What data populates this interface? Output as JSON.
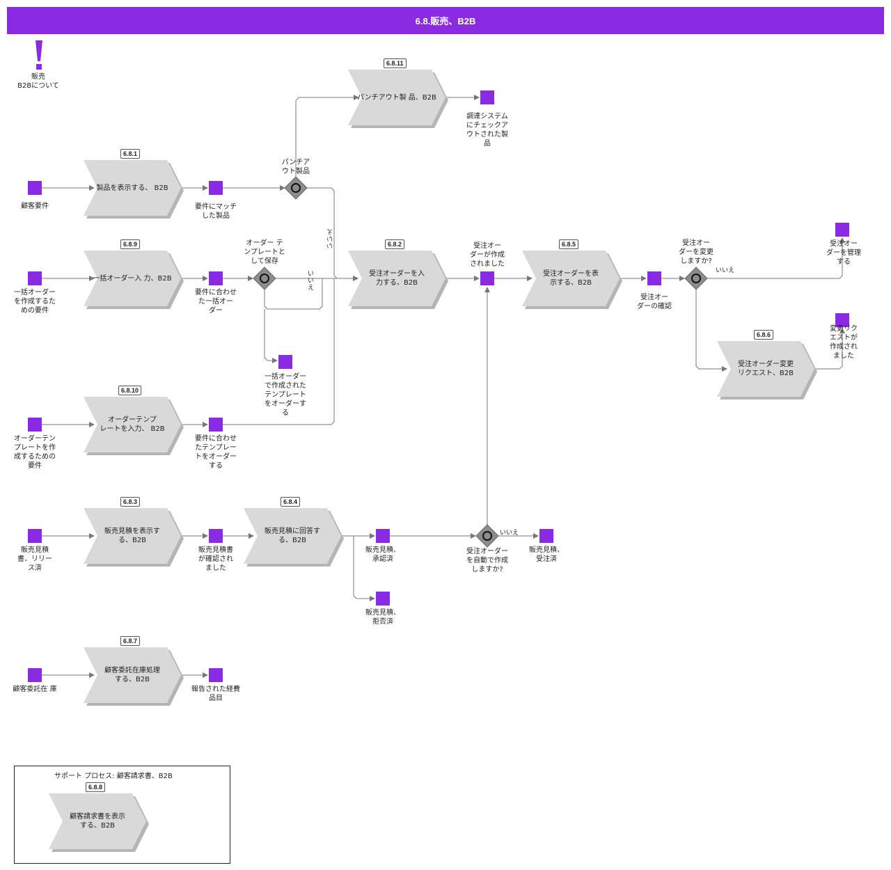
{
  "header": {
    "title": "6.8.販売、B2B"
  },
  "colors": {
    "accent": "#8a2be2",
    "process_fill": "#d9d9d9",
    "gateway": "#8c8c8c",
    "line": "#777777"
  },
  "info": {
    "icon": "exclamation-icon",
    "label": "販売\nB2Bについて"
  },
  "processes": [
    {
      "id": "6.8.11",
      "label": "パンチアウト製 品、B2B"
    },
    {
      "id": "6.8.1",
      "label": "製品を表示する、 B2B"
    },
    {
      "id": "6.8.9",
      "label": "一括オーダー入 力、B2B"
    },
    {
      "id": "6.8.2",
      "label": "受注オーダーを入\n力する、B2B"
    },
    {
      "id": "6.8.5",
      "label": "受注オーダーを表\n示する、B2B"
    },
    {
      "id": "6.8.6",
      "label": "受注オーダー変更\nリクエスト、B2B"
    },
    {
      "id": "6.8.10",
      "label": "オーダーテンプ\nレートを入力、 B2B"
    },
    {
      "id": "6.8.3",
      "label": "販売見積を表示す\nる、B2B"
    },
    {
      "id": "6.8.4",
      "label": "販売見積に回答す\nる、B2B"
    },
    {
      "id": "6.8.7",
      "label": "顧客委託在庫処理\nする、B2B"
    },
    {
      "id": "6.8.8",
      "label": "顧客請求書を表示\nする、B2B"
    }
  ],
  "events": [
    {
      "label": "顧客要件"
    },
    {
      "label": "要件にマッチ\nした製品"
    },
    {
      "label": "調達システム\nにチェックア\nウトされた製\n品"
    },
    {
      "label": "一括オーダー\nを作成するた\nめの要件"
    },
    {
      "label": "要件に合わせ\nた一括オー\nダー"
    },
    {
      "label": "一括オーダー\nで作成された\nテンプレート\nをオーダーす\nる"
    },
    {
      "label": "受注オー\nダーが作成\nされました"
    },
    {
      "label": "受注オー\nダーの確認"
    },
    {
      "label": "受注オー\nダーを管理\nする"
    },
    {
      "label": "変更リク\nエストが\n作成され\nました"
    },
    {
      "label": "オーダーテン\nプレートを作\n成するための\n要件"
    },
    {
      "label": "要件に合わせ\nたテンプレー\nトをオーダー\nする"
    },
    {
      "label": "販売見積\n書、リリー\nス済"
    },
    {
      "label": "販売見積書\nが確認され\nました"
    },
    {
      "label": "販売見積、\n承認済"
    },
    {
      "label": "販売見積、\n受注済"
    },
    {
      "label": "販売見積、\n拒否済"
    },
    {
      "label": "顧客委託在 庫"
    },
    {
      "label": "報告された経費\n品目"
    }
  ],
  "gateways": [
    {
      "label": "パンチア\nウト製品"
    },
    {
      "label": "オーダー テ\nンプレートと\nして保存"
    },
    {
      "label": "受注オー\nダーを変更\nしますか?"
    },
    {
      "label": "受注オーダー\nを自動で作成\nしますか?"
    }
  ],
  "notes": {
    "no": "いいえ",
    "no_vertical": "いいえ"
  },
  "support": {
    "title": "サポート プロセス: 顧客請求書、B2B"
  }
}
